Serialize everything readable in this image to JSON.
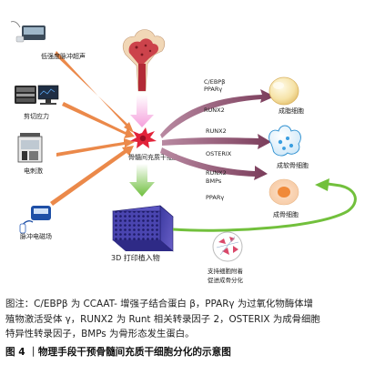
{
  "stimuli": [
    {
      "label": "低强度脉冲超声",
      "icon": "ultrasound-device-icon"
    },
    {
      "label": "剪切应力",
      "icon": "shear-stress-device-icon"
    },
    {
      "label": "电刺激",
      "icon": "electrical-stimulator-icon"
    },
    {
      "label": "脉冲电磁场",
      "icon": "pemf-device-icon"
    }
  ],
  "center": {
    "label": "骨髓间充质干细胞"
  },
  "scaffold": {
    "label": "3D 打印植入物"
  },
  "support": {
    "lines": [
      "支持细胞附着",
      "促进成骨分化"
    ]
  },
  "pathways": [
    {
      "factors": [
        "C/EBPβ",
        "PPARγ",
        "RUNX2"
      ],
      "cell": "成脂细胞"
    },
    {
      "factors": [
        "RUNX2",
        "OSTERIX"
      ],
      "cell": "成软骨细胞"
    },
    {
      "factors": [
        "RUNX2",
        "BMPs",
        "PPARγ"
      ],
      "cell": "成骨细胞"
    }
  ],
  "caption": {
    "lines": [
      "图注：C/EBPβ 为 CCAAT- 增强子结合蛋白 β，PPARγ 为过氧化物酶体增",
      "殖物激活受体 γ，RUNX2 为 Runt 相关转录因子 2，OSTERIX 为成骨细胞",
      "特异性转录因子，BMPs 为骨形态发生蛋白。"
    ]
  },
  "figure_title": "图 4 ｜物理手段干预骨髓间充质干细胞分化的示意图",
  "colors": {
    "stimulus_arrow": "#e8742a",
    "bone_arrow": "#f5a8e0",
    "lineage_arrow": "#8a4a66",
    "scaffold_arrow": "#7cc04a",
    "return_arrow": "#72c03c",
    "center_cell": "#e2233a"
  }
}
